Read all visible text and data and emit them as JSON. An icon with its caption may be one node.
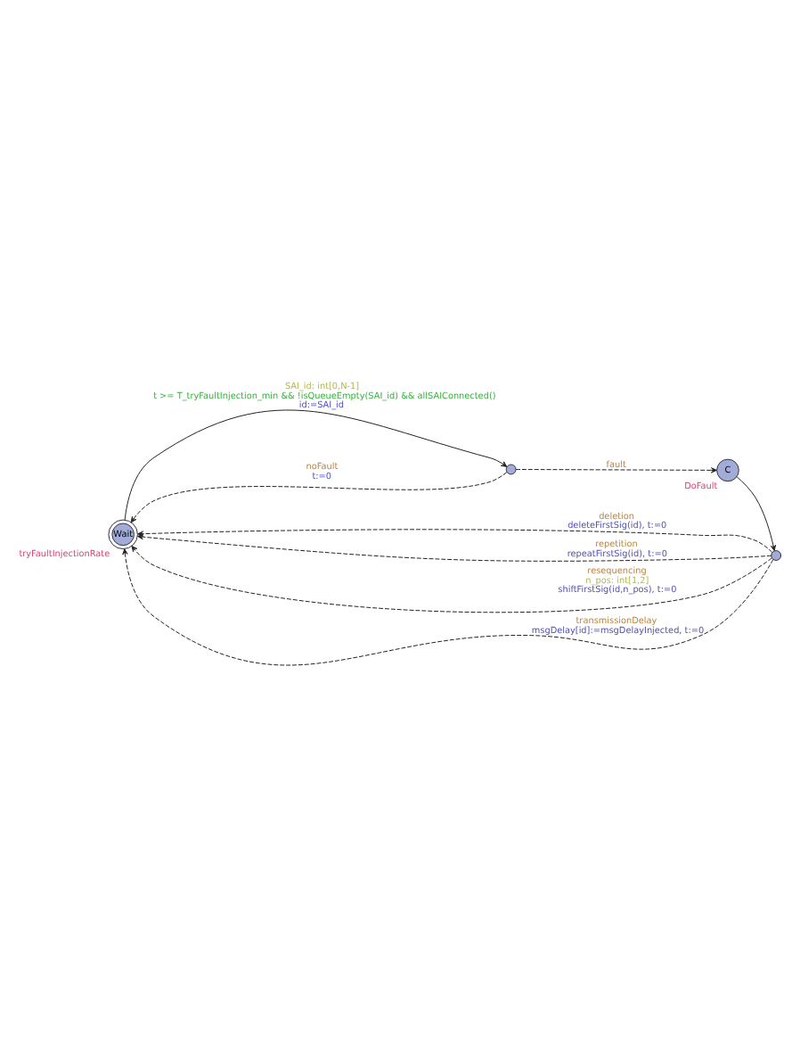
{
  "diagram": {
    "nodes": [
      {
        "text": [
          "Wait"
        ],
        "beside": [
          "tryFaultInjectionRate"
        ]
      },
      {
        "text": [],
        "shape": "circle"
      },
      {
        "text": [
          "C"
        ],
        "beside": [
          "DoFault"
        ]
      },
      {
        "text": [],
        "shape": "circle"
      }
    ],
    "edges": [
      {
        "from": 0,
        "to": 1,
        "arrow": "to",
        "label": [
          "SAI_id: int[0,N-1]",
          "t >= T_tryFaultInjection_min && !isQueueEmpty(SAI_id) && allSAIConnected()",
          "id:=SAI_id"
        ]
      },
      {
        "from": 1,
        "to": 2,
        "arrow": "to",
        "style": "dashed",
        "label": [
          "fault"
        ]
      },
      {
        "from": 1,
        "to": 0,
        "arrow": "to",
        "style": "dashed",
        "label": [
          "noFault",
          "t:=0"
        ]
      },
      {
        "from": 2,
        "to": 3,
        "arrow": "to"
      },
      {
        "from": 3,
        "to": 0,
        "arrow": "to",
        "style": "dashed",
        "label": [
          "deletion",
          "deleteFirstSig(id), t:=0"
        ]
      },
      {
        "from": 3,
        "to": 0,
        "arrow": "to",
        "style": "dashed",
        "label": [
          "repetition",
          "repeatFirstSig(id), t:=0"
        ]
      },
      {
        "from": 3,
        "to": 0,
        "arrow": "to",
        "style": "dashed",
        "label": [
          "resequencing",
          "n_pos: int[1,2]",
          "shiftFirstSig(id,n_pos), t:=0"
        ]
      },
      {
        "from": 3,
        "to": 0,
        "arrow": "to",
        "style": "dashed",
        "label": [
          "transmissionDelay",
          "msgDelay[id]:=msgDelayInjected, t:=0"
        ]
      }
    ]
  }
}
